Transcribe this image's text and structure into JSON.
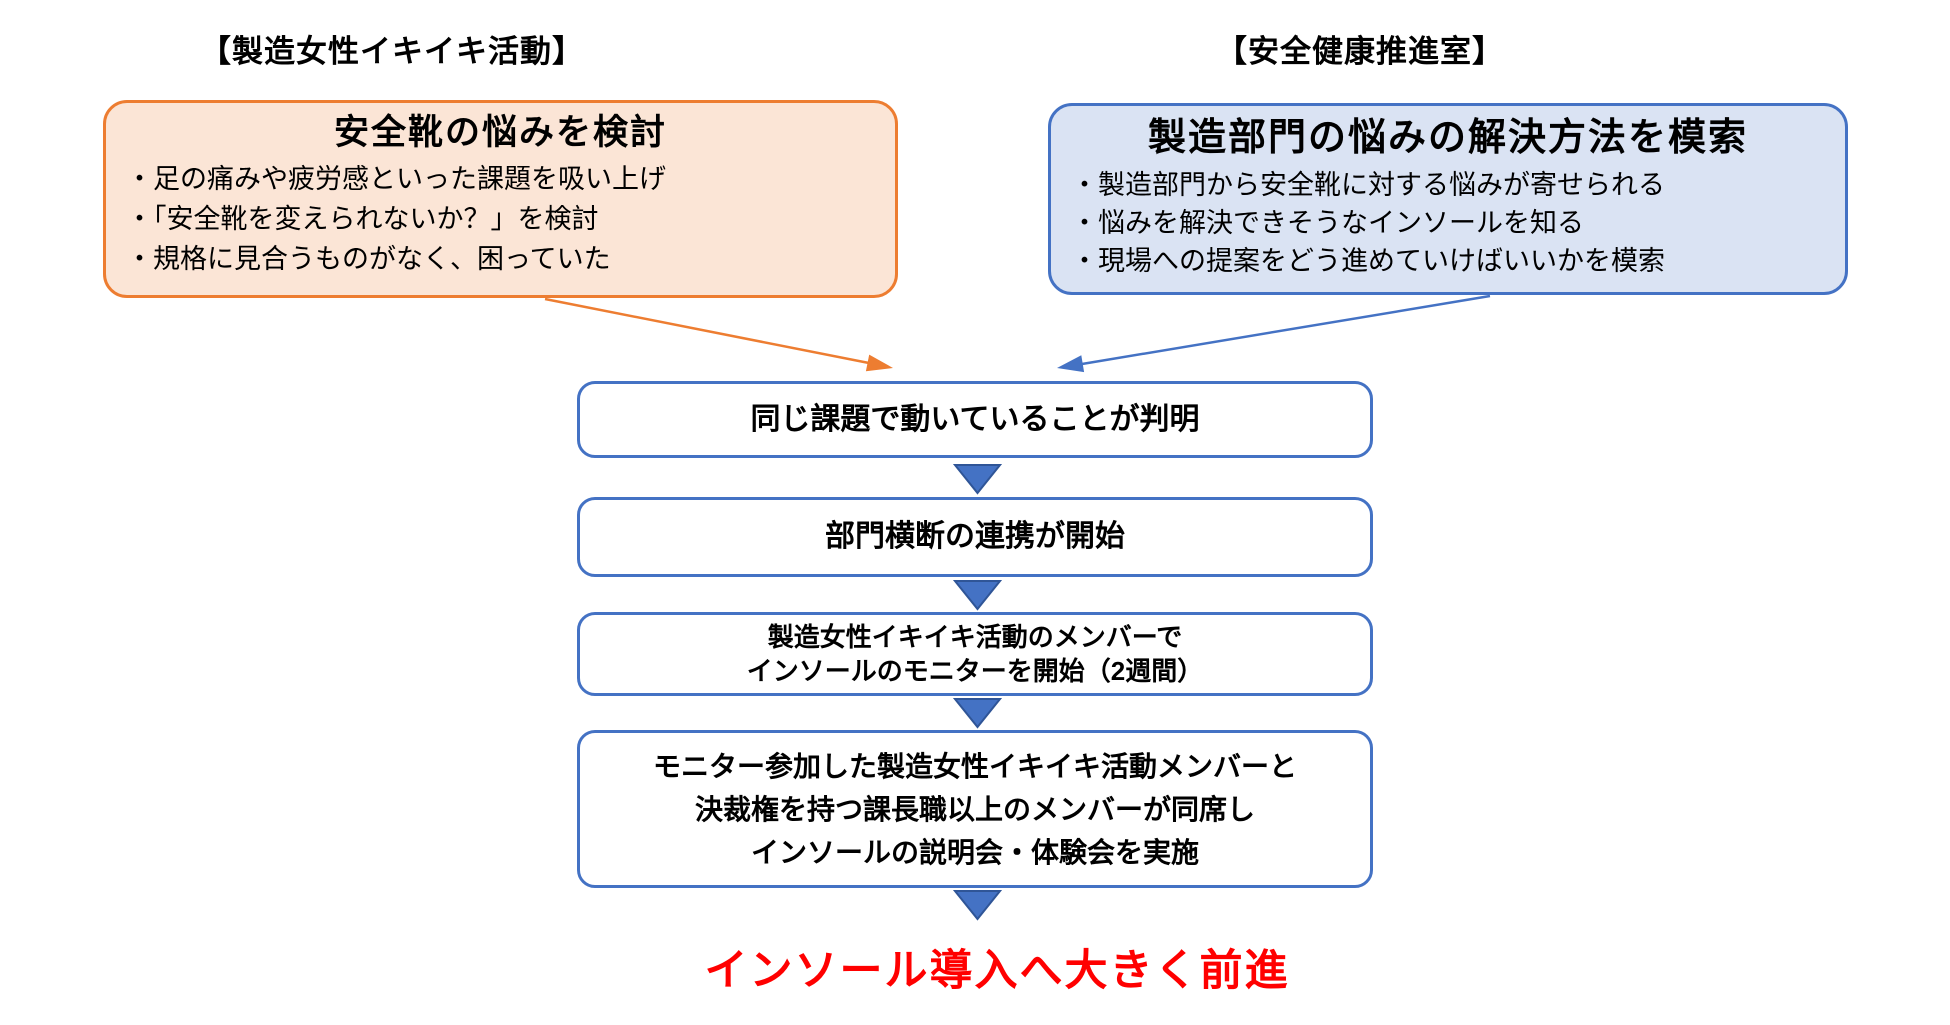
{
  "colors": {
    "orange_border": "#ED7D31",
    "orange_fill": "#FBE5D6",
    "blue_border": "#4472C4",
    "blue_fill": "#DAE3F3",
    "arrow_fill": "#4472C4",
    "arrow_stroke": "#2F5597",
    "result_red": "#FF0000",
    "text": "#000000",
    "page_bg": "#FFFFFF"
  },
  "left_column": {
    "header": "【製造女性イキイキ活動】",
    "box": {
      "title": "安全靴の悩みを検討",
      "bullets": [
        "・足の痛みや疲労感といった課題を吸い上げ",
        "・「安全靴を変えられないか？」を検討",
        "・規格に見合うものがなく、困っていた"
      ]
    }
  },
  "right_column": {
    "header": "【安全健康推進室】",
    "box": {
      "title": "製造部門の悩みの解決方法を模索",
      "bullets": [
        "・製造部門から安全靴に対する悩みが寄せられる",
        "・悩みを解決できそうなインソールを知る",
        "・現場への提案をどう進めていけばいいかを模索"
      ]
    }
  },
  "flow": {
    "steps": [
      {
        "lines": [
          "同じ課題で動いていることが判明"
        ]
      },
      {
        "lines": [
          "部門横断の連携が開始"
        ]
      },
      {
        "lines": [
          "製造女性イキイキ活動のメンバーで",
          "インソールのモニターを開始（2週間）"
        ]
      },
      {
        "lines": [
          "モニター参加した製造女性イキイキ活動メンバーと",
          "決裁権を持つ課長職以上のメンバーが同席し",
          "インソールの説明会・体験会を実施"
        ]
      }
    ],
    "result": "インソール導入へ大きく前進"
  }
}
